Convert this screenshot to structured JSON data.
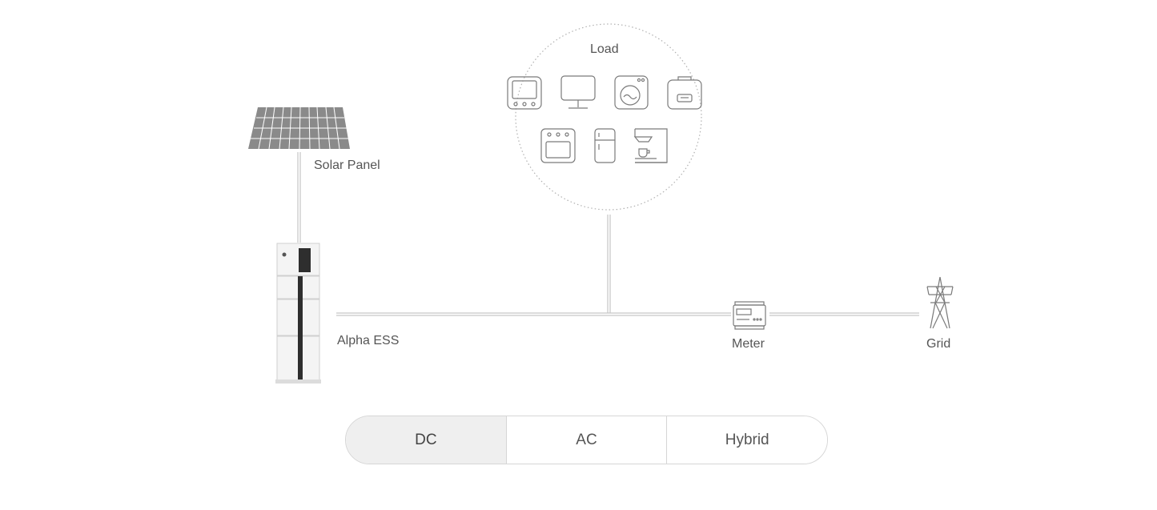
{
  "labels": {
    "load": "Load",
    "solar_panel": "Solar Panel",
    "alpha_ess": "Alpha ESS",
    "meter": "Meter",
    "grid": "Grid"
  },
  "load_appliances": [
    "tv-icon",
    "monitor-icon",
    "washing-machine-icon",
    "air-conditioner-icon",
    "oven-icon",
    "fridge-icon",
    "coffee-machine-icon"
  ],
  "switcher": {
    "active": "DC",
    "tabs": [
      "DC",
      "AC",
      "Hybrid"
    ]
  },
  "colors": {
    "line": "#c8c8c8",
    "icon": "#7a7a7a",
    "active_tab_bg": "#efefef"
  }
}
